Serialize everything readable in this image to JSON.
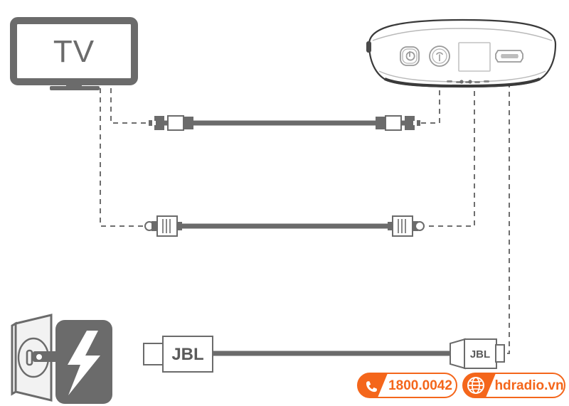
{
  "diagram": {
    "title": "TV to wireless speaker connection diagram",
    "background_color": "#ffffff",
    "line_color": "#6e6e6e",
    "device_outline_color": "#3a3a3a",
    "accent_color": "#f4661b"
  },
  "tv": {
    "label": "TV",
    "icon_name": "television-icon",
    "color": "#6b6b6b"
  },
  "speaker": {
    "name": "wireless-speaker-device",
    "outline_color": "#3a3a3a",
    "ports": [
      {
        "name": "power-button",
        "icon": "power-icon",
        "label": ""
      },
      {
        "name": "aux-port",
        "icon": "aux-jack-icon",
        "label": ""
      },
      {
        "name": "optical-port",
        "icon": "optical-square-icon",
        "label": ""
      },
      {
        "name": "micro-usb-port",
        "icon": "micro-usb-icon",
        "label": ""
      }
    ]
  },
  "cables": [
    {
      "name": "aux-cable",
      "type": "3.5mm audio cable",
      "connector_left": "aux-plug-icon",
      "connector_right": "aux-plug-icon",
      "color": "#6b6b6b"
    },
    {
      "name": "optical-cable",
      "type": "optical toslink cable",
      "connector_left": "toslink-plug-icon",
      "connector_right": "toslink-plug-icon",
      "color": "#6b6b6b"
    },
    {
      "name": "power-cable",
      "type": "usb power adapter cable",
      "brand_label": "JBL",
      "connector_left": "ac-plug-icon",
      "connector_right": "usb-plug-icon",
      "color": "#6b6b6b"
    }
  ],
  "power_outlet": {
    "name": "wall-outlet-icon",
    "label": "",
    "bolt_icon": "lightning-bolt-icon",
    "color": "#6b6b6b"
  },
  "badges": [
    {
      "name": "phone-badge",
      "icon": "phone-icon",
      "text": "1800.0042",
      "color": "#f4661b"
    },
    {
      "name": "website-badge",
      "icon": "globe-icon",
      "text": "hdradio.vn",
      "color": "#f4661b"
    }
  ]
}
